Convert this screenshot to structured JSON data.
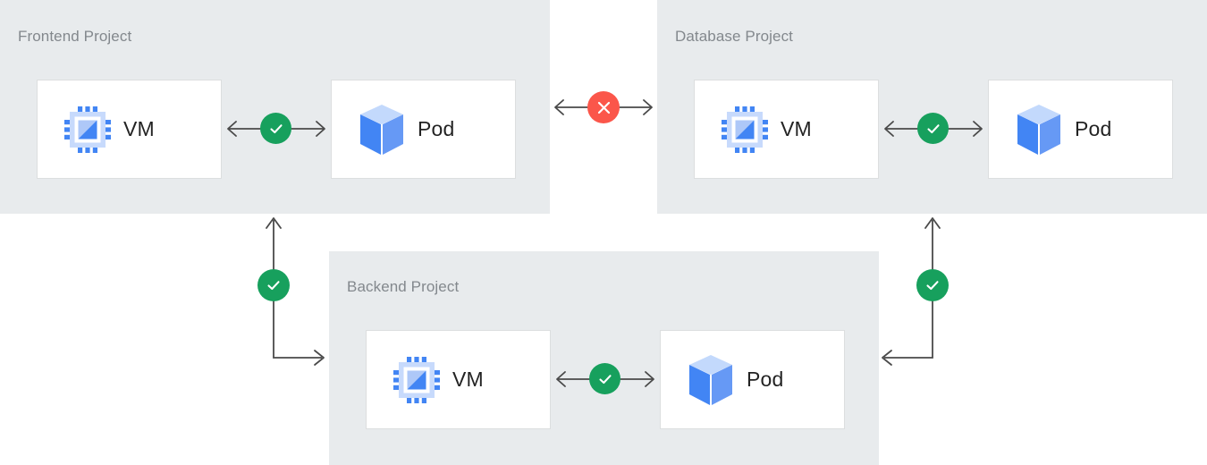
{
  "diagram": {
    "title_color": "#83888d",
    "panel_bg": "#e8ebed",
    "card_bg": "#ffffff",
    "card_border": "#dcdedf",
    "ok_color": "#17a05d",
    "blocked_color": "#fb564a",
    "arrow_color": "#4a4a4a",
    "label_color": "#232323",
    "icon_blue": "#4285f4",
    "icon_blue_light": "#aec8f8",
    "icon_blue_pale": "#c7dafc"
  },
  "panels": [
    {
      "id": "frontend",
      "title": "Frontend Project",
      "nodes": [
        {
          "id": "frontend-vm",
          "label": "VM",
          "icon": "vm-chip-icon"
        },
        {
          "id": "frontend-pod",
          "label": "Pod",
          "icon": "pod-cube-icon"
        }
      ],
      "internal_link": {
        "status": "allowed",
        "icon": "check-circle-icon",
        "direction": "bidirectional"
      }
    },
    {
      "id": "database",
      "title": "Database Project",
      "nodes": [
        {
          "id": "database-vm",
          "label": "VM",
          "icon": "vm-chip-icon"
        },
        {
          "id": "database-pod",
          "label": "Pod",
          "icon": "pod-cube-icon"
        }
      ],
      "internal_link": {
        "status": "allowed",
        "icon": "check-circle-icon",
        "direction": "bidirectional"
      }
    },
    {
      "id": "backend",
      "title": "Backend Project",
      "nodes": [
        {
          "id": "backend-vm",
          "label": "VM",
          "icon": "vm-chip-icon"
        },
        {
          "id": "backend-pod",
          "label": "Pod",
          "icon": "pod-cube-icon"
        }
      ],
      "internal_link": {
        "status": "allowed",
        "icon": "check-circle-icon",
        "direction": "bidirectional"
      }
    }
  ],
  "cross_links": [
    {
      "id": "frontend-database-link",
      "from": "frontend",
      "to": "database",
      "status": "blocked",
      "icon": "x-circle-icon",
      "direction": "bidirectional"
    },
    {
      "id": "frontend-backend-link",
      "from": "backend",
      "to": "frontend",
      "status": "allowed",
      "icon": "check-circle-icon",
      "direction": "bidirectional"
    },
    {
      "id": "database-backend-link",
      "from": "backend",
      "to": "database",
      "status": "allowed",
      "icon": "check-circle-icon",
      "direction": "bidirectional"
    }
  ]
}
